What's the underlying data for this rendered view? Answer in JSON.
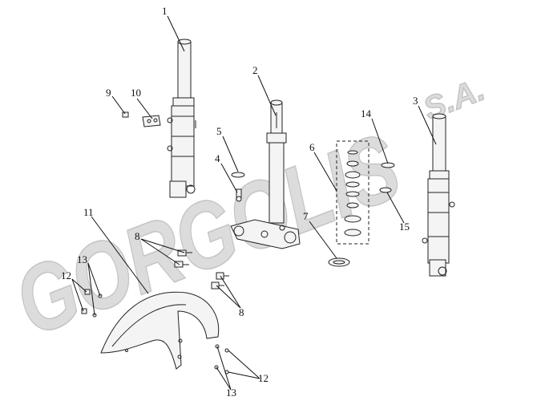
{
  "watermark": {
    "brand": "GORGOLIS",
    "suffix": "S.A."
  },
  "callouts": [
    {
      "id": "c1",
      "label": "1"
    },
    {
      "id": "c2",
      "label": "2"
    },
    {
      "id": "c3",
      "label": "3"
    },
    {
      "id": "c4",
      "label": "4"
    },
    {
      "id": "c5",
      "label": "5"
    },
    {
      "id": "c6",
      "label": "6"
    },
    {
      "id": "c7",
      "label": "7"
    },
    {
      "id": "c8a",
      "label": "8"
    },
    {
      "id": "c8b",
      "label": "8"
    },
    {
      "id": "c9",
      "label": "9"
    },
    {
      "id": "c10",
      "label": "10"
    },
    {
      "id": "c11",
      "label": "11"
    },
    {
      "id": "c12a",
      "label": "12"
    },
    {
      "id": "c12b",
      "label": "12"
    },
    {
      "id": "c13a",
      "label": "13"
    },
    {
      "id": "c13b",
      "label": "13"
    },
    {
      "id": "c14",
      "label": "14"
    },
    {
      "id": "c15",
      "label": "15"
    }
  ]
}
